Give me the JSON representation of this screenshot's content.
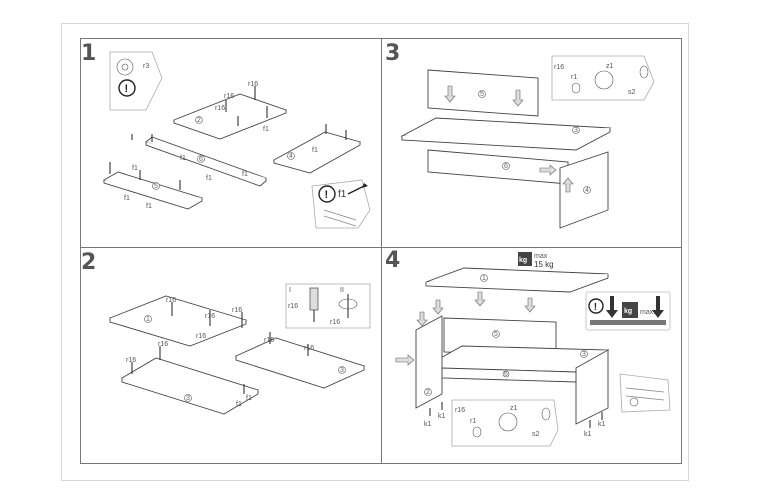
{
  "steps": {
    "s1": {
      "number": "1",
      "panels": [
        "2",
        "6",
        "4",
        "5"
      ],
      "parts": {
        "f1": "f1",
        "r16": "r16",
        "r3": "r3"
      }
    },
    "s2": {
      "number": "2",
      "panels": [
        "1",
        "3",
        "3"
      ],
      "parts": {
        "f1": "f1",
        "r16": "r16"
      },
      "inset_steps": [
        "I",
        "II"
      ]
    },
    "s3": {
      "number": "3",
      "panels": [
        "5",
        "3",
        "6",
        "4"
      ],
      "parts": {
        "r16": "r16",
        "r1": "r1",
        "z1": "z1",
        "s2": "s2"
      }
    },
    "s4": {
      "number": "4",
      "panels": [
        "1",
        "5",
        "3",
        "6",
        "2"
      ],
      "parts": {
        "k1": "k1",
        "r16": "r16",
        "r1": "r1",
        "z1": "z1",
        "s2": "s2"
      },
      "load_unit": "kg",
      "load_max": "max",
      "load_value": "15 kg",
      "warn_max": "max."
    }
  },
  "icons": {
    "warning": "warning-icon",
    "weight": "weight-icon"
  }
}
